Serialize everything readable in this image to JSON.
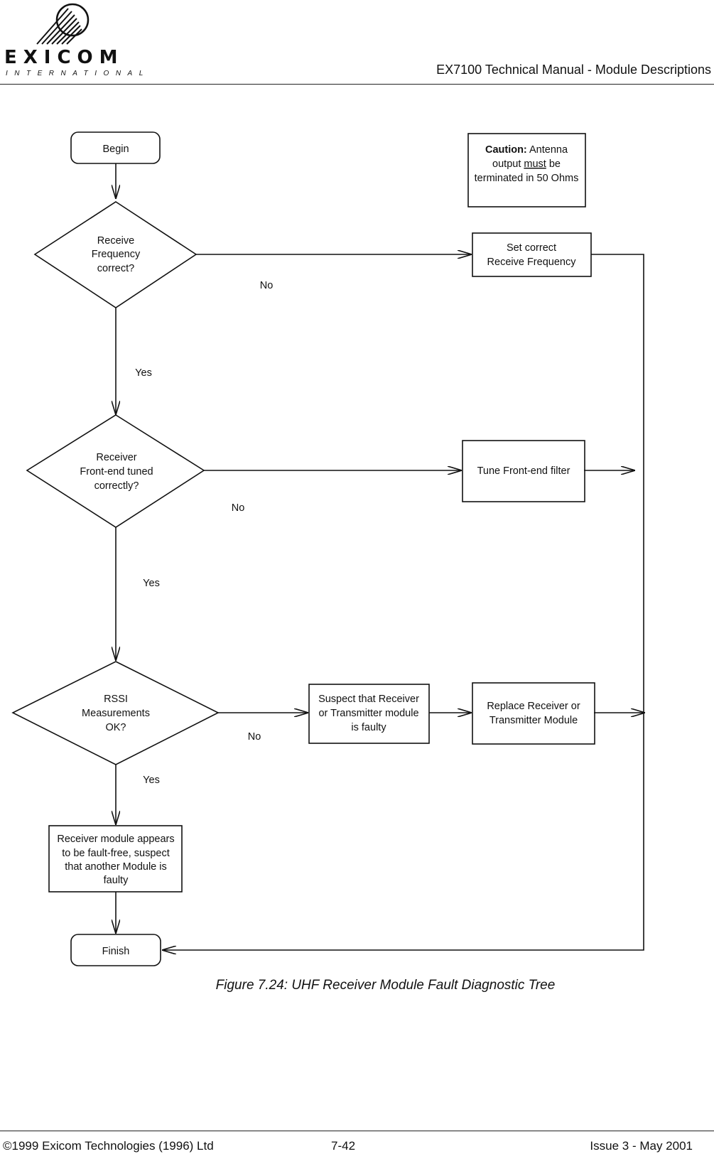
{
  "header": {
    "logo_word": "EXICOM",
    "logo_sub": "INTERNATIONAL",
    "title": "EX7100 Technical Manual - Module Descriptions"
  },
  "flowchart": {
    "begin": "Begin",
    "caution": {
      "bold": "Caution:",
      "line1_rest": " Antenna",
      "line2_pre": "output ",
      "line2_u": "must",
      "line2_post": " be",
      "line3": "terminated in 50 Ohms"
    },
    "q1": [
      "Receive",
      "Frequency",
      "correct?"
    ],
    "q1_no": "No",
    "q1_yes": "Yes",
    "set_freq": [
      "Set correct",
      "Receive Frequency"
    ],
    "q2": [
      "Receiver",
      "Front-end tuned",
      "correctly?"
    ],
    "q2_no": "No",
    "q2_yes": "Yes",
    "tune": "Tune Front-end filter",
    "q3": [
      "RSSI",
      "Measurements",
      "OK?"
    ],
    "q3_no": "No",
    "q3_yes": "Yes",
    "suspect": [
      "Suspect that Receiver",
      "or Transmitter module",
      "is faulty"
    ],
    "replace": [
      "Replace Receiver or",
      "Transmitter Module"
    ],
    "fault_free": [
      "Receiver module appears",
      "to be fault-free, suspect",
      "that another Module is",
      "faulty"
    ],
    "finish": "Finish"
  },
  "caption": "Figure 7.24: UHF Receiver Module Fault Diagnostic Tree",
  "footer": {
    "copyright": "©1999 Exicom Technologies (1996) Ltd",
    "page": "7-42",
    "issue": "Issue 3 - May 2001"
  }
}
